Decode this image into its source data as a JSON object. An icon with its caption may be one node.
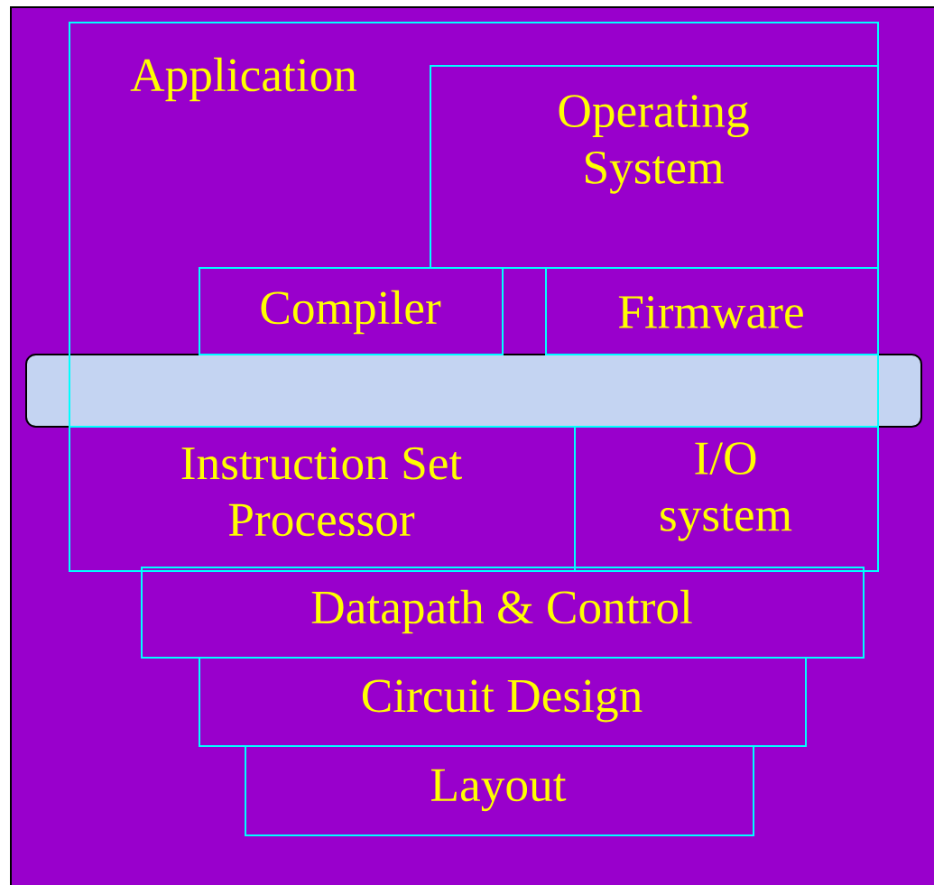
{
  "diagram": {
    "nodes": [
      {
        "text": [
          "Application"
        ]
      },
      {
        "text": [
          "Operating System"
        ],
        "in": 0
      },
      {
        "text": [
          "Compiler"
        ],
        "in": 0
      },
      {
        "text": [
          "Firmware"
        ],
        "in": 0
      },
      {
        "text": [],
        "shape": "bar"
      },
      {
        "text": [
          "Instruction Set Processor"
        ],
        "in": 0
      },
      {
        "text": [
          "I/O system"
        ],
        "in": 0
      },
      {
        "text": [
          "Datapath & Control"
        ]
      },
      {
        "text": [
          "Circuit Design"
        ]
      },
      {
        "text": [
          "Layout"
        ]
      }
    ],
    "edges": []
  }
}
